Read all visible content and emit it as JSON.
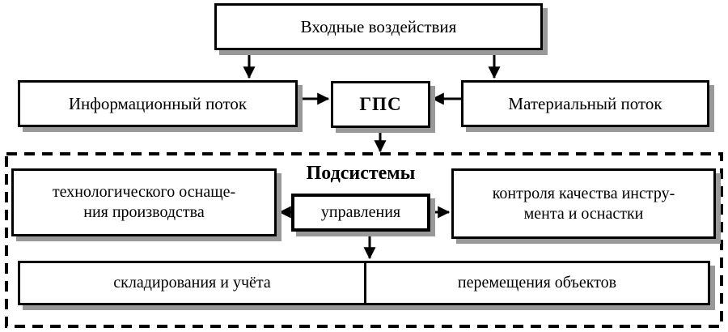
{
  "diagram": {
    "input_box": "Входные воздействия",
    "info_flow": "Информационный поток",
    "gps": "ГПС",
    "material_flow": "Материальный поток",
    "subsystems": {
      "title": "Подсистемы",
      "tech_line1": "технологического оснаще-",
      "tech_line2": "ния производства",
      "control": "управления",
      "quality_line1": "контроля качества инстру-",
      "quality_line2": "мента и оснастки",
      "storage": "складирования и учёта",
      "movement": "перемещения объектов"
    },
    "colors": {
      "border": "#000000",
      "text": "#000000",
      "shadow": "#999999",
      "background": "#ffffff"
    }
  }
}
